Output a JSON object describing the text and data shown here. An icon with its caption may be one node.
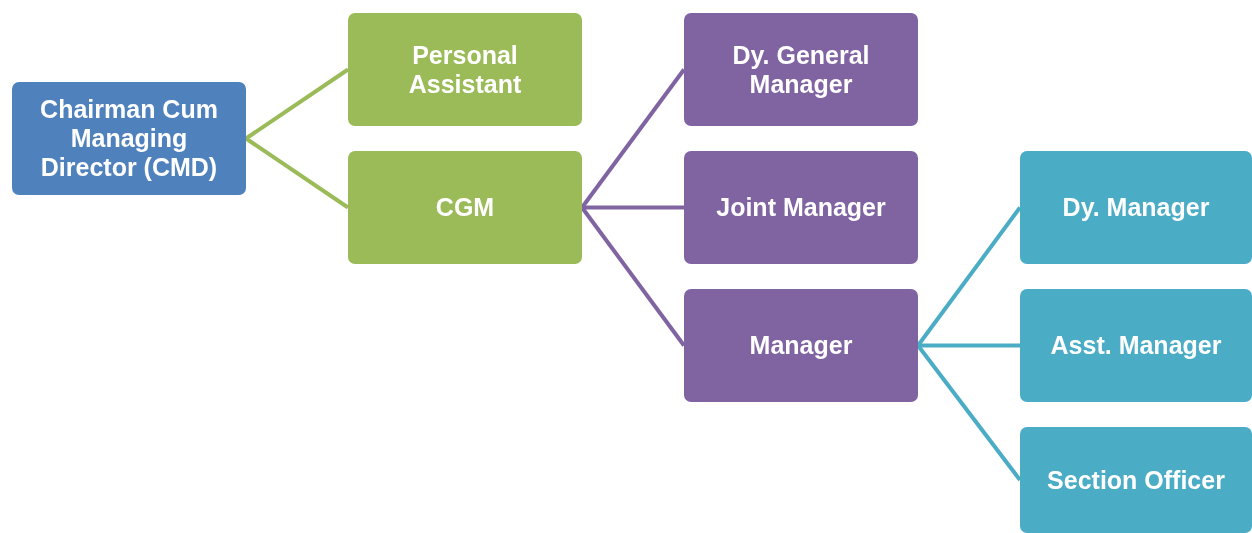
{
  "diagram": {
    "nodes": [
      {
        "text": [
          "Chairman Cum Managing Director (CMD)"
        ]
      },
      {
        "text": [
          "Personal Assistant"
        ]
      },
      {
        "text": [
          "CGM"
        ]
      },
      {
        "text": [
          "Dy. General Manager"
        ]
      },
      {
        "text": [
          "Joint Manager"
        ]
      },
      {
        "text": [
          "Manager"
        ]
      },
      {
        "text": [
          "Dy. Manager"
        ]
      },
      {
        "text": [
          "Asst. Manager"
        ]
      },
      {
        "text": [
          "Section Officer"
        ]
      }
    ],
    "edges": [
      {
        "from": 0,
        "to": 1,
        "arrow": "none",
        "color": "#9bbb59"
      },
      {
        "from": 0,
        "to": 2,
        "arrow": "none",
        "color": "#9bbb59"
      },
      {
        "from": 2,
        "to": 3,
        "arrow": "none",
        "color": "#8064a2"
      },
      {
        "from": 2,
        "to": 4,
        "arrow": "none",
        "color": "#8064a2"
      },
      {
        "from": 2,
        "to": 5,
        "arrow": "none",
        "color": "#8064a2"
      },
      {
        "from": 5,
        "to": 6,
        "arrow": "none",
        "color": "#4bacc6"
      },
      {
        "from": 5,
        "to": 7,
        "arrow": "none",
        "color": "#4bacc6"
      },
      {
        "from": 5,
        "to": 8,
        "arrow": "none",
        "color": "#4bacc6"
      }
    ]
  }
}
